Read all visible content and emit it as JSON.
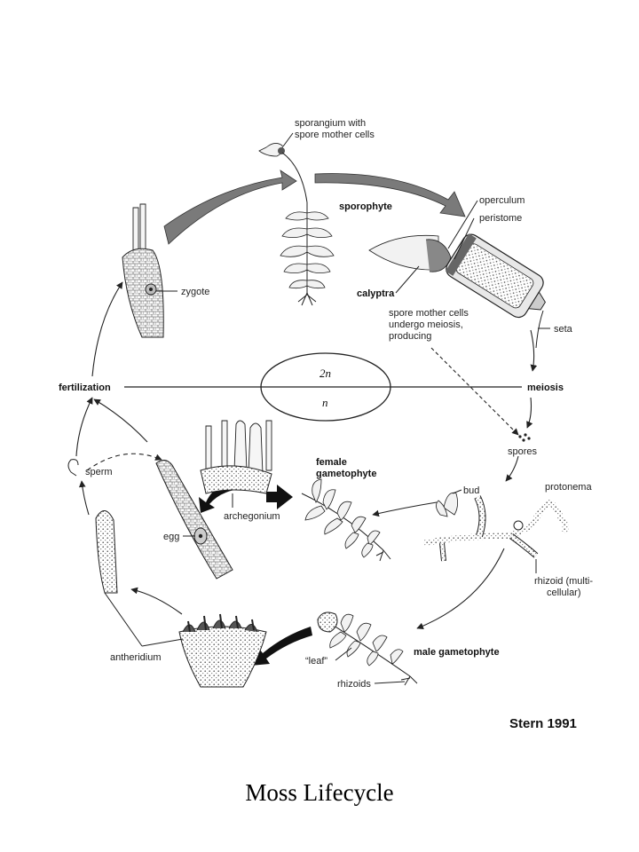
{
  "labels": {
    "sporangium_line1": "sporangium with",
    "sporangium_line2": "spore mother cells",
    "sporophyte": "sporophyte",
    "operculum": "operculum",
    "peristome": "peristome",
    "calyptra": "calyptra",
    "zygote": "zygote",
    "meiosis_note_line1": "spore mother cells",
    "meiosis_note_line2": "undergo meiosis,",
    "meiosis_note_line3": "producing",
    "seta": "seta",
    "fertilization": "fertilization",
    "meiosis": "meiosis",
    "diploid": "2n",
    "haploid": "n",
    "spores": "spores",
    "female_gametophyte_line1": "female",
    "female_gametophyte_line2": "gametophyte",
    "sperm": "sperm",
    "archegonium": "archegonium",
    "egg": "egg",
    "bud": "bud",
    "protonema": "protonema",
    "rhizoid_line1": "rhizoid (multi-",
    "rhizoid_line2": "cellular)",
    "antheridium": "antheridium",
    "leaf": "“leaf”",
    "rhizoids": "rhizoids",
    "male_gametophyte": "male gametophyte",
    "credit": "Stern 1991"
  },
  "caption": "Moss Lifecycle"
}
